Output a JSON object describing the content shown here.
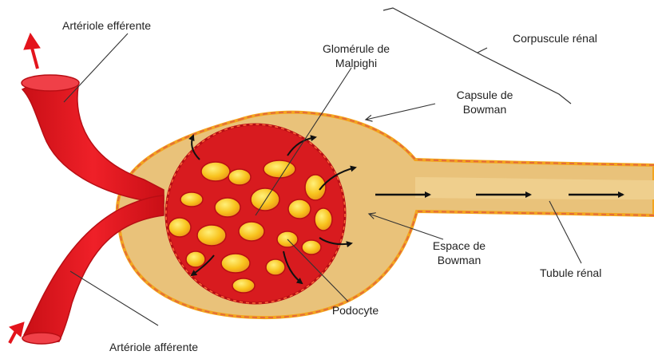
{
  "labels": {
    "arteriole_efferente": "Artériole efférente",
    "glomerule_line1": "Glomérule de",
    "glomerule_line2": "Malpighi",
    "corpuscule_renal": "Corpuscule rénal",
    "capsule_line1": "Capsule de",
    "capsule_line2": "Bowman",
    "espace_line1": "Espace de",
    "espace_line2": "Bowman",
    "tubule_renal": "Tubule rénal",
    "podocyte": "Podocyte",
    "arteriole_afferente": "Artériole afférente"
  },
  "colors": {
    "capsule_fill": "#e9c27a",
    "capsule_rim": "#f3a51f",
    "rim_cells": "#e46a3a",
    "vessel": "#e3141c",
    "vessel_dark": "#b80e14",
    "glomerulus": "#d81b1f",
    "glomerulus_inner": "#f7c51e",
    "arrow_red": "#e3141c",
    "arrow_black": "#111111",
    "leader_line": "#333333"
  }
}
